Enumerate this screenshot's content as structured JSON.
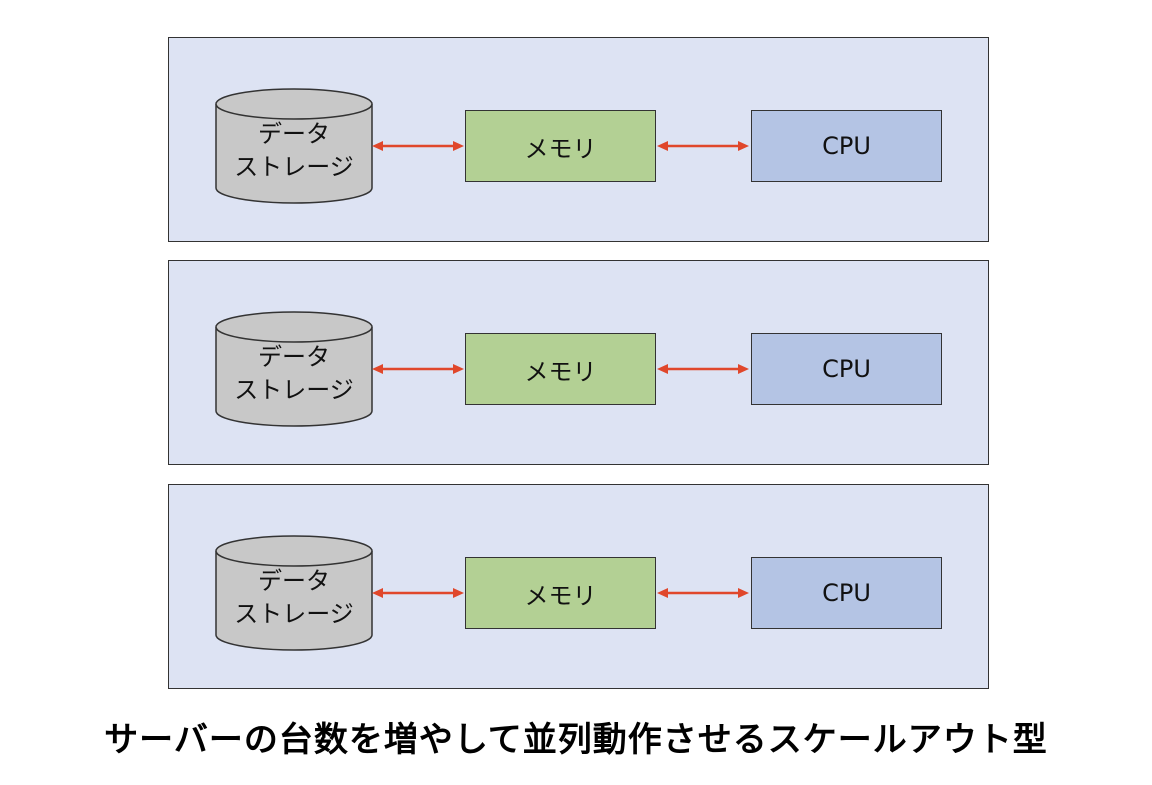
{
  "colors": {
    "server_bg": "#dde3f3",
    "storage_fill": "#c8c8c8",
    "memory_fill": "#b3d094",
    "cpu_fill": "#b4c4e4",
    "arrow": "#e0472b"
  },
  "servers": [
    {
      "storage_label": "データ\nストレージ",
      "memory_label": "メモリ",
      "cpu_label": "CPU"
    },
    {
      "storage_label": "データ\nストレージ",
      "memory_label": "メモリ",
      "cpu_label": "CPU"
    },
    {
      "storage_label": "データ\nストレージ",
      "memory_label": "メモリ",
      "cpu_label": "CPU"
    }
  ],
  "caption": "サーバーの台数を増やして並列動作させるスケールアウト型"
}
